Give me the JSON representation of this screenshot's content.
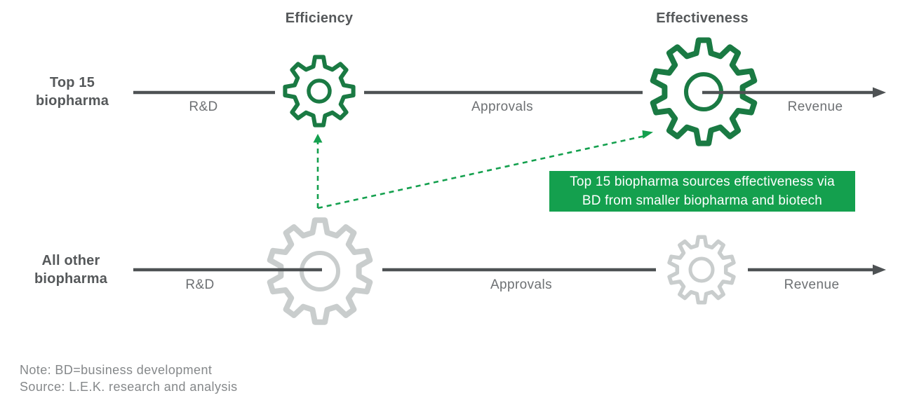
{
  "diagram": {
    "stage_headers": [
      {
        "label": "Efficiency"
      },
      {
        "label": "Effectiveness"
      }
    ],
    "rows": [
      {
        "label_lines": [
          "Top 15",
          "biopharma"
        ],
        "stages": [
          "R&D",
          "Approvals",
          "Revenue"
        ]
      },
      {
        "label_lines": [
          "All other",
          "biopharma"
        ],
        "stages": [
          "R&D",
          "Approvals",
          "Revenue"
        ]
      }
    ],
    "callout": {
      "lines": [
        "Top 15 biopharma sources effectiveness via",
        "BD from smaller biopharma and biotech"
      ]
    },
    "footnotes": {
      "note": "Note: BD=business development",
      "source": "Source: L.E.K. research and analysis"
    },
    "colors": {
      "dark_green": "#1a7a43",
      "bright_green": "#14a04e",
      "gear_gray": "#c9cdcd",
      "line_gray": "#4e5254",
      "heading_text": "#55585a",
      "stage_text": "#6d7073",
      "note_text": "#85888a",
      "callout_text": "#ffffff"
    }
  }
}
